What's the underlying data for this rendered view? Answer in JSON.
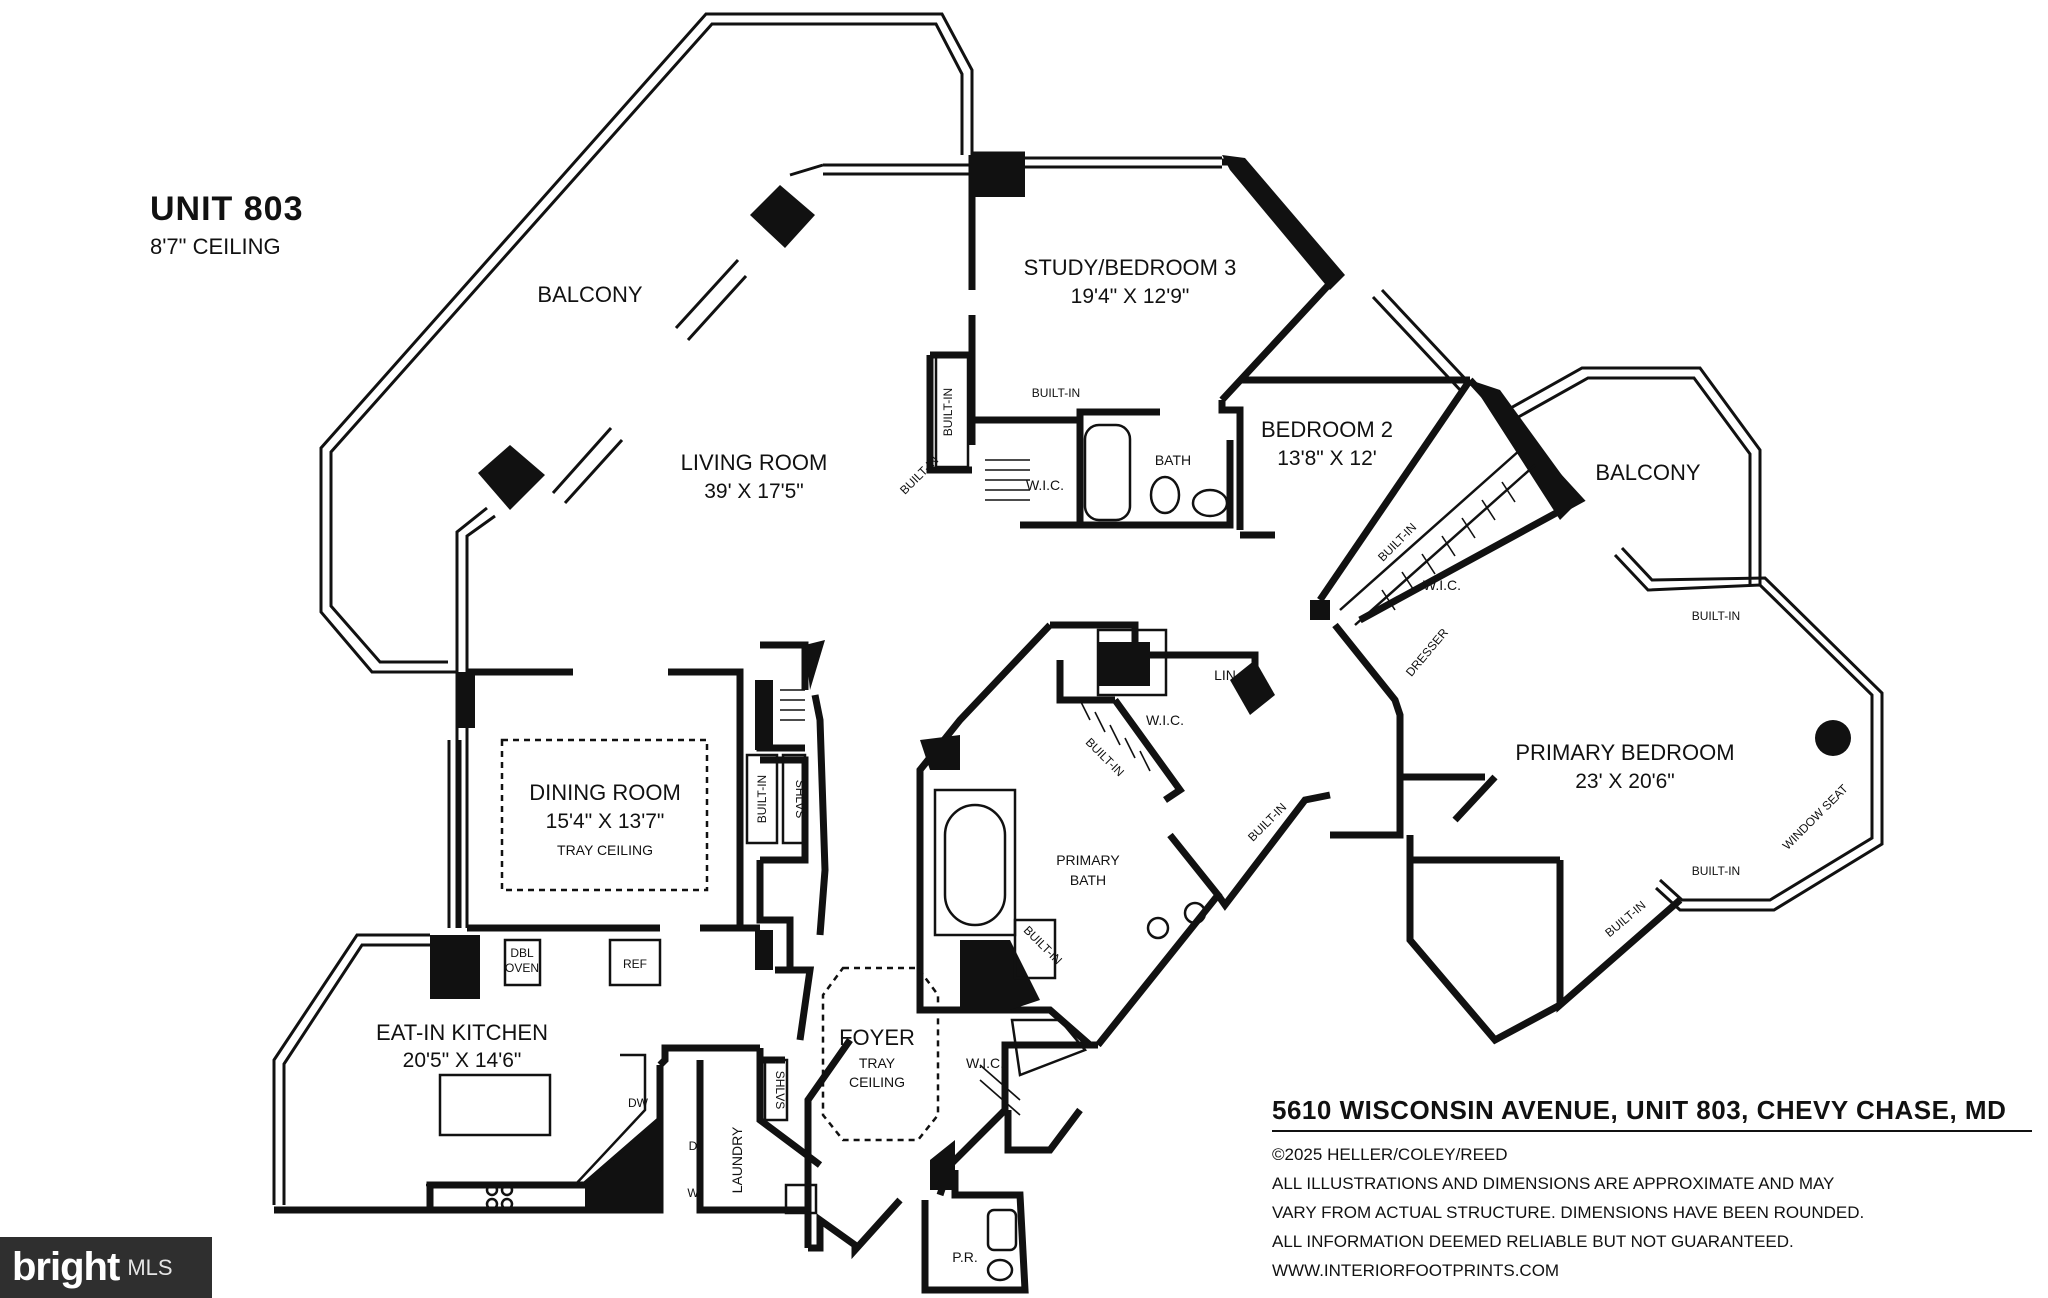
{
  "unit": {
    "title": "UNIT 803",
    "ceiling": "8'7\" CEILING"
  },
  "rooms": {
    "balcony_left": "BALCONY",
    "living": {
      "name": "LIVING ROOM",
      "dims": "39' X 17'5\""
    },
    "study": {
      "name": "STUDY/BEDROOM 3",
      "dims": "19'4\" X 12'9\""
    },
    "bedroom2": {
      "name": "BEDROOM 2",
      "dims": "13'8\" X 12'"
    },
    "balcony_right": "BALCONY",
    "dining": {
      "name": "DINING ROOM",
      "dims": "15'4\" X 13'7\"",
      "note": "TRAY CEILING"
    },
    "primary_bedroom": {
      "name": "PRIMARY BEDROOM",
      "dims": "23' X 20'6\""
    },
    "primary_bath": {
      "line1": "PRIMARY",
      "line2": "BATH"
    },
    "kitchen": {
      "name": "EAT-IN KITCHEN",
      "dims": "20'5\" X 14'6\""
    },
    "foyer": {
      "name": "FOYER",
      "line2": "TRAY",
      "line3": "CEILING"
    },
    "laundry": "LAUNDRY",
    "powder": "P.R."
  },
  "fixtures": {
    "bath": "BATH",
    "wic": "W.I.C.",
    "built_in": "BUILT-IN",
    "lin": "LIN",
    "dresser": "DRESSER",
    "window_seat": "WINDOW SEAT",
    "shlvs": "SHLVS",
    "dbl": "DBL",
    "oven": "OVEN",
    "ref": "REF",
    "dw": "DW",
    "d": "D",
    "w": "W"
  },
  "info": {
    "address": "5610 WISCONSIN AVENUE, UNIT 803, CHEVY CHASE, MD",
    "copyright": "©2025 HELLER/COLEY/REED",
    "disclaimer1": "ALL ILLUSTRATIONS AND DIMENSIONS ARE APPROXIMATE AND MAY",
    "disclaimer2": "VARY FROM ACTUAL STRUCTURE. DIMENSIONS HAVE BEEN ROUNDED.",
    "disclaimer3": "ALL INFORMATION DEEMED RELIABLE BUT NOT GUARANTEED.",
    "website": "WWW.INTERIORFOOTPRINTS.COM"
  },
  "logo": {
    "brand": "bright",
    "suffix": "MLS"
  }
}
